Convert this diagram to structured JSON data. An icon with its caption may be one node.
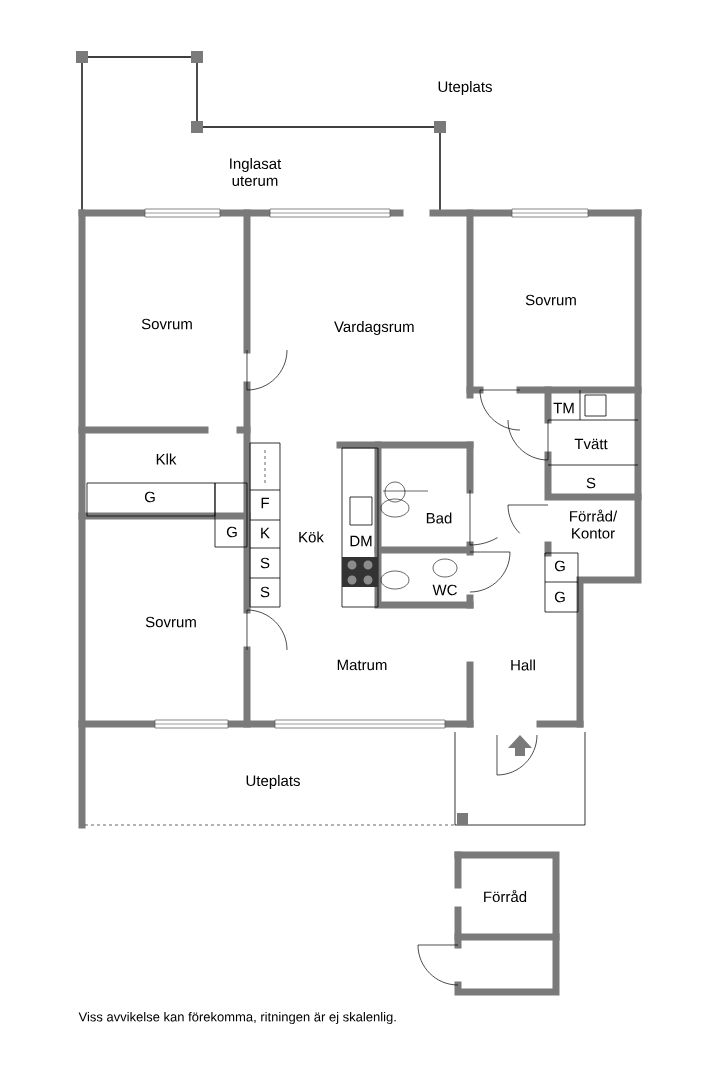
{
  "diagram": {
    "caption": "Viss avvikelse kan förekomma, ritningen är ej skalenlig.",
    "labels": [
      "Uteplats",
      "Inglasat uterum",
      "Sovrum",
      "Vardagsrum",
      "Sovrum",
      "TM",
      "Tvätt",
      "Klk",
      "G",
      "F",
      "S",
      "Bad",
      "Förråd/ Kontor",
      "K",
      "G",
      "Kök",
      "DM",
      "S",
      "G",
      "WC",
      "S",
      "G",
      "Sovrum",
      "Matrum",
      "Hall",
      "Uteplats",
      "Förråd"
    ]
  }
}
